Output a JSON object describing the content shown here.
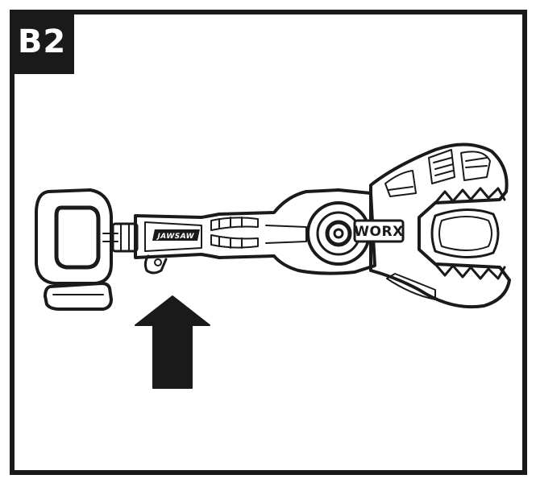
{
  "step": {
    "label": "B2"
  },
  "tool": {
    "brand": "WORX",
    "handle_brand": "JAWSAW"
  },
  "icons": {
    "arrow": "arrow-up-icon"
  },
  "colors": {
    "ink": "#1a1a1a",
    "paper": "#ffffff"
  }
}
